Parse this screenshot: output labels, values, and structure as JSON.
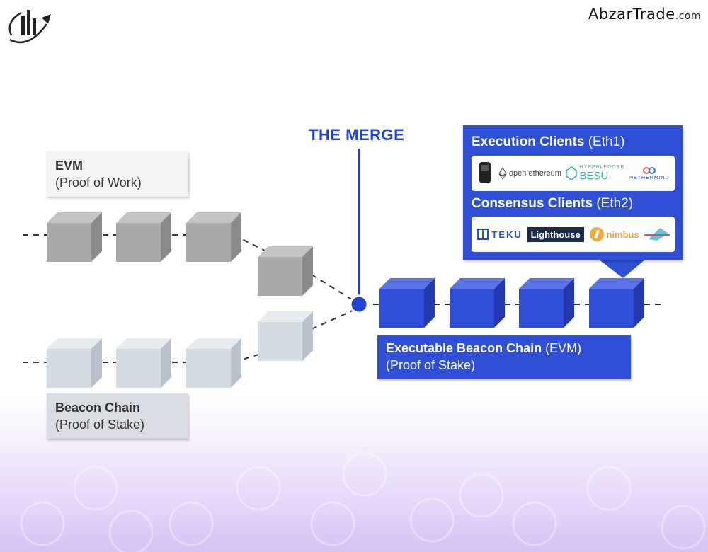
{
  "brand": {
    "name": "AbzarTrade",
    "domain": ".com"
  },
  "merge": {
    "title": "THE MERGE"
  },
  "evm": {
    "title": "EVM",
    "subtitle": "(Proof of Work)"
  },
  "beacon": {
    "title": "Beacon Chain",
    "subtitle": "(Proof of Stake)"
  },
  "exec_chain": {
    "title": "Executable Beacon Chain",
    "suffix": " (EVM)",
    "subtitle": "(Proof of Stake)"
  },
  "clients": {
    "execution": {
      "title": "Execution Clients",
      "suffix": " (Eth1)",
      "logos": [
        "open ethereum",
        "HYPERLEDGER",
        "BESU",
        "NETHERMIND"
      ]
    },
    "consensus": {
      "title": "Consensus Clients",
      "suffix": " (Eth2)",
      "logos": [
        "TEKU",
        "Lighthouse",
        "nimbus"
      ]
    }
  },
  "colors": {
    "accent": "#2e4fd6",
    "pow_block": "#a9a9a9",
    "pos_block": "#d3dbe3",
    "merged_block": "#2f4fd8"
  }
}
